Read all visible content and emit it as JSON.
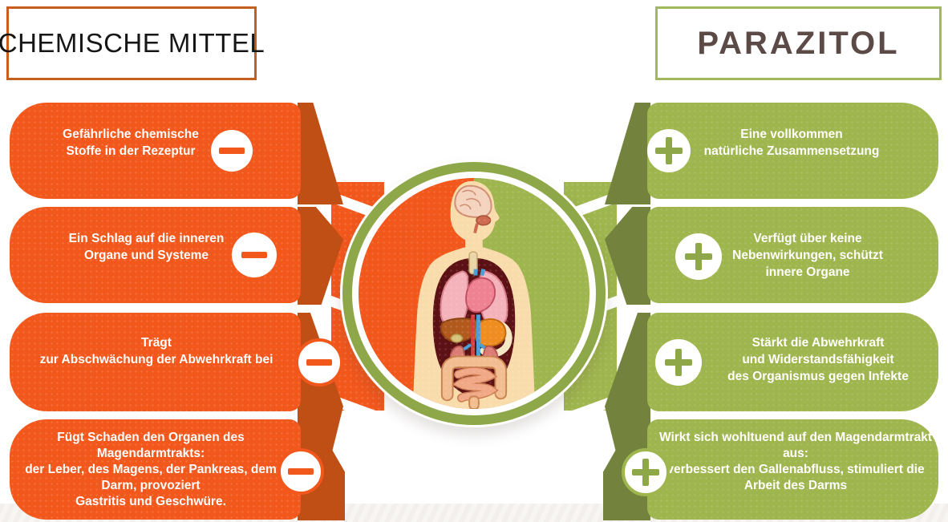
{
  "left_panel": {
    "title": "CHEMISCHE MITTEL",
    "icon": "minus",
    "colors": {
      "fill": "#f2571c",
      "fold": "#bf4f15",
      "box_border": "#c65f1d",
      "title_text": "#161616",
      "item_text": "#ffffff"
    },
    "items": [
      {
        "text": "Gefährliche chemische\nStoffe in der Rezeptur"
      },
      {
        "text": "Ein Schlag auf die inneren\nOrgane und Systeme"
      },
      {
        "text": "Trägt\nzur Abschwächung der Abwehrkraft bei"
      },
      {
        "text": "Fügt Schaden den Organen des\nMagendarmtrakts:\nder Leber, des Magens, der Pankreas, dem\nDarm, provoziert\nGastritis und Geschwüre."
      }
    ]
  },
  "right_panel": {
    "title": "PARAZITOL",
    "icon": "plus",
    "colors": {
      "fill": "#9fb54e",
      "fold": "#73823c",
      "box_border": "#a2b85c",
      "title_text": "#5b4a45",
      "item_text": "#ffffff"
    },
    "items": [
      {
        "text": "Eine vollkommen\nnatürliche Zusammensetzung"
      },
      {
        "text": "Verfügt über keine\nNebenwirkungen, schützt\ninnere Organe"
      },
      {
        "text": "Stärkt die Abwehrkraft\nund Widerstandsfähigkeit\ndes Organismus gegen Infekte"
      },
      {
        "text": "Wirkt sich wohltuend auf den Magendarmtrakt\naus:\nverbessert den Gallenabfluss, stimuliert die\nArbeit des Darms"
      }
    ]
  },
  "center": {
    "illustration": "human-anatomy-torso",
    "ring_color": "#8ea748",
    "split_left": "#f2571c",
    "split_right": "#9fb54e"
  }
}
